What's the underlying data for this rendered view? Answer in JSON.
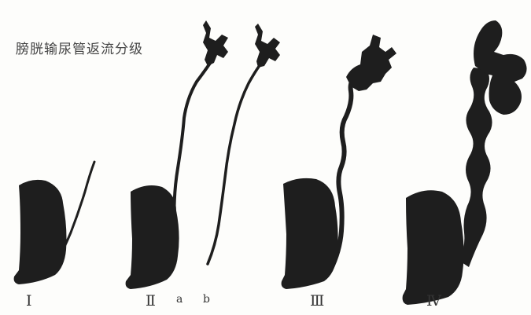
{
  "figure": {
    "title": "膀胱输尿管返流分级",
    "labels": {
      "grade1": "Ⅰ",
      "grade2": "Ⅱ",
      "grade2a": "a",
      "grade2b": "b",
      "grade3": "Ⅲ",
      "grade4": "Ⅳ"
    },
    "ink_color": "#1e1e1e",
    "background_color": "#fdfdfb"
  }
}
